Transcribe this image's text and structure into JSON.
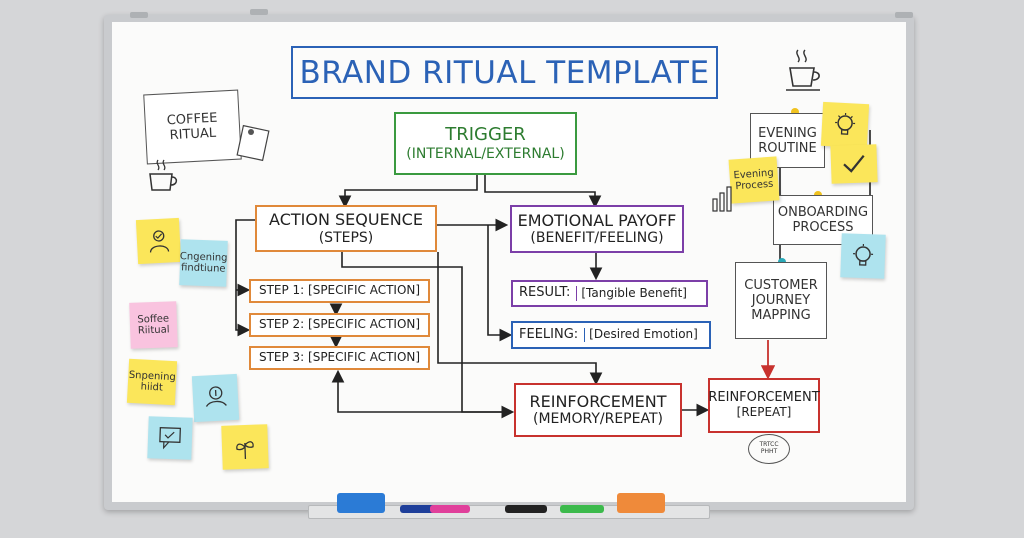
{
  "title": "BRAND RITUAL TEMPLATE",
  "trigger": {
    "line1": "TRIGGER",
    "line2": "(INTERNAL/EXTERNAL)"
  },
  "action": {
    "line1": "ACTION SEQUENCE",
    "line2": "(STEPS)"
  },
  "emotional": {
    "line1": "EMOTIONAL PAYOFF",
    "line2": "(BENEFIT/FEELING)"
  },
  "steps": [
    "STEP 1: [SPECIFIC ACTION]",
    "STEP 2: [SPECIFIC ACTION]",
    "STEP 3: [SPECIFIC ACTION]"
  ],
  "result": {
    "label": "RESULT:",
    "value": "[Tangible Benefit]"
  },
  "feeling": {
    "label": "FEELING:",
    "value": "[Desired Emotion]"
  },
  "reinforcement": {
    "line1": "REINFORCEMENT",
    "line2": "(MEMORY/REPEAT)"
  },
  "reinforcement_right": {
    "line1": "REINFORCEMENT",
    "line2": "[REPEAT]"
  },
  "right_side": {
    "evening_routine": [
      "EVENING",
      "ROUTINE"
    ],
    "evening_process": [
      "Evening",
      "Process"
    ],
    "onboarding": [
      "ONBOARDING",
      "PROCESS"
    ],
    "customer_journey": [
      "CUSTOMER",
      "JOURNEY",
      "MAPPING"
    ]
  },
  "left_side": {
    "coffee_paper": [
      "COFFEE",
      "RITUAL"
    ],
    "note_ongoing": [
      "Cngening",
      "findtiune"
    ],
    "note_soffee": [
      "Soffee",
      "Riitual"
    ],
    "note_snpening": [
      "Snpening",
      "hiidt"
    ]
  },
  "small_note": "TRTCC\nPHHT",
  "colors": {
    "title": "#2b62b6",
    "trigger": "#3a9a3f",
    "action": "#e0893a",
    "emotional": "#7c3fa8",
    "result": "#7c3fa8",
    "feeling": "#2b62b6",
    "reinforcement": "#c8322e",
    "sticky_yellow": "#fbe65a",
    "sticky_blue": "#aee3ee",
    "sticky_pink": "#f9c3df"
  }
}
